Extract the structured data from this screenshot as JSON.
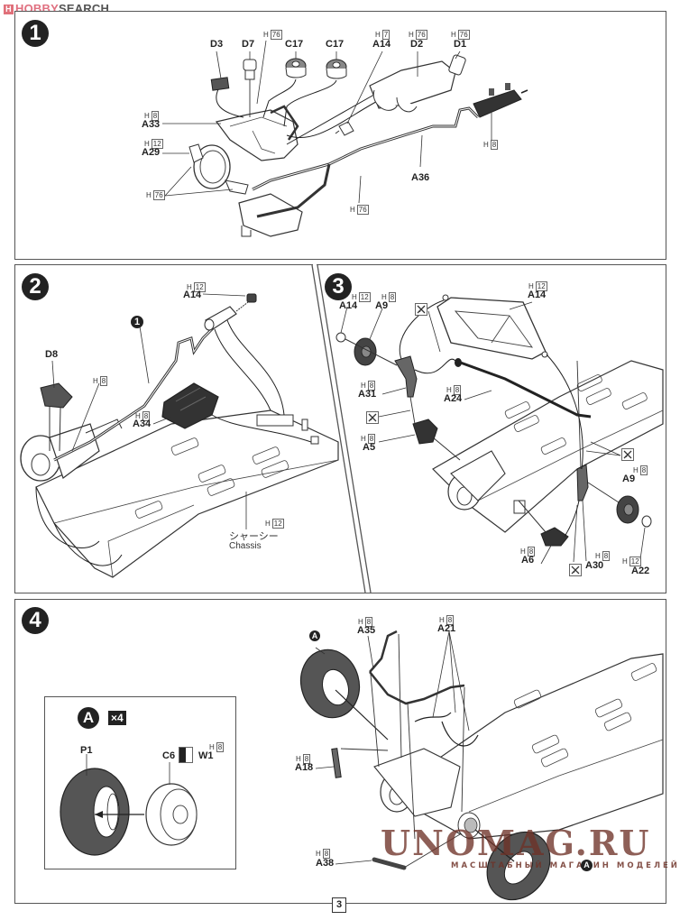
{
  "header": {
    "logo_mark": "H",
    "logo_hobby": "HOBBY",
    "logo_search": "SEARCH"
  },
  "steps": [
    {
      "number": "1",
      "parts": [
        {
          "id": "D3",
          "color": ""
        },
        {
          "id": "D7",
          "color": ""
        },
        {
          "id": "C17",
          "color": ""
        },
        {
          "id": "C17",
          "color": ""
        },
        {
          "id": "A14",
          "color": "H 7"
        },
        {
          "id": "D2",
          "color": "H 76"
        },
        {
          "id": "D1",
          "color": "H 76"
        },
        {
          "id": "A33",
          "color": "H 8"
        },
        {
          "id": "A29",
          "color": "H 12"
        },
        {
          "id": "A36",
          "color": ""
        }
      ],
      "color_callouts": [
        {
          "prefix": "H",
          "code": "76",
          "target": "wire"
        },
        {
          "prefix": "H",
          "code": "76",
          "target": "brackets"
        },
        {
          "prefix": "H",
          "code": "76",
          "target": "pipe"
        },
        {
          "prefix": "H",
          "code": "8",
          "target": "cylinder"
        }
      ]
    },
    {
      "number": "2",
      "ref_step": "1",
      "parts": [
        {
          "id": "A14",
          "color": "H 12"
        },
        {
          "id": "D8",
          "color": ""
        },
        {
          "id": "A34",
          "color": "H 8"
        }
      ],
      "color_callouts": [
        {
          "prefix": "H",
          "code": "8",
          "target": "engine"
        },
        {
          "prefix": "H",
          "code": "12",
          "target": "chassis"
        }
      ],
      "chassis_jp": "シャーシー",
      "chassis_en": "Chassis"
    },
    {
      "number": "3",
      "parts": [
        {
          "id": "A14",
          "color": "H 12"
        },
        {
          "id": "A9",
          "color": "H 8"
        },
        {
          "id": "A14",
          "color": "H 12"
        },
        {
          "id": "A31",
          "color": "H 8"
        },
        {
          "id": "A24",
          "color": "H 8"
        },
        {
          "id": "A5",
          "color": "H 8"
        },
        {
          "id": "A9",
          "color": "H 8"
        },
        {
          "id": "A6",
          "color": "H 8"
        },
        {
          "id": "A30",
          "color": "H 8"
        },
        {
          "id": "A22",
          "color": "H 12"
        }
      ],
      "no_glue_icon": "no-glue-icon"
    },
    {
      "number": "4",
      "subassembly": {
        "label": "A",
        "multiplier": "×4",
        "parts": [
          {
            "id": "P1",
            "color": ""
          },
          {
            "id": "C6",
            "color": ""
          },
          {
            "id": "W1",
            "color": "H 8"
          }
        ]
      },
      "parts": [
        {
          "id": "A35",
          "color": "H 8"
        },
        {
          "id": "A21",
          "color": "H 8"
        },
        {
          "id": "A18",
          "color": "H 8"
        },
        {
          "id": "A38",
          "color": "H 8"
        }
      ],
      "wheel_marker": "A"
    }
  ],
  "watermark": {
    "main": "UNOMAG.RU",
    "sub": "МАСШТАБНЫЙ МАГАЗИН МОДЕЛЕЙ"
  },
  "page_number": "3"
}
